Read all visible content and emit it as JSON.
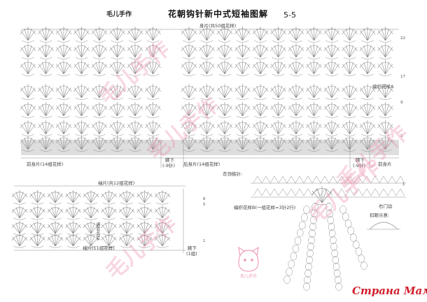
{
  "header": {
    "author": "毛儿手作",
    "title": "花朝钩针新中式短袖图解",
    "page_no": "5-5"
  },
  "body_chart": {
    "title": "身片(共50组花样)",
    "bottom_left": "前身片(14组花样)",
    "bottom_mid": "后身片(14组花样)",
    "bottom_right": "前身片",
    "rows": [
      "22",
      "17",
      "9",
      "1"
    ],
    "pattern_a": "编织花样A",
    "underarm": "腋下",
    "underarm_sub": "(-9针)"
  },
  "sleeve_chart": {
    "title": "袖片(共12组花样)",
    "bottom_label": "袖片(11组花样)",
    "rows": [
      "6",
      "5",
      "1"
    ],
    "pattern_a": "编织花样A",
    "underarm": "腋下",
    "underarm_sub": "(1组)"
  },
  "collar_chart": {
    "title": "衣领挑针:",
    "pattern_b": "编织花样B(一组花样=3针2行)",
    "button_loop": "扣眼示意:",
    "right_edge": "右门边",
    "underarm": "腋下",
    "underarm_sub": "(-9针)",
    "rows": [
      "1"
    ]
  },
  "watermarks": [
    "毛儿手作",
    "毛儿手作",
    "毛儿手作",
    "毛儿手作",
    "毛儿手作"
  ],
  "logo_text": "毛儿手作",
  "brand": "Страна Мам",
  "colors": {
    "line": "#8a8a8a",
    "band": "#d6d6d6",
    "watermark": "#ec96af",
    "brand": "#d0202d"
  }
}
